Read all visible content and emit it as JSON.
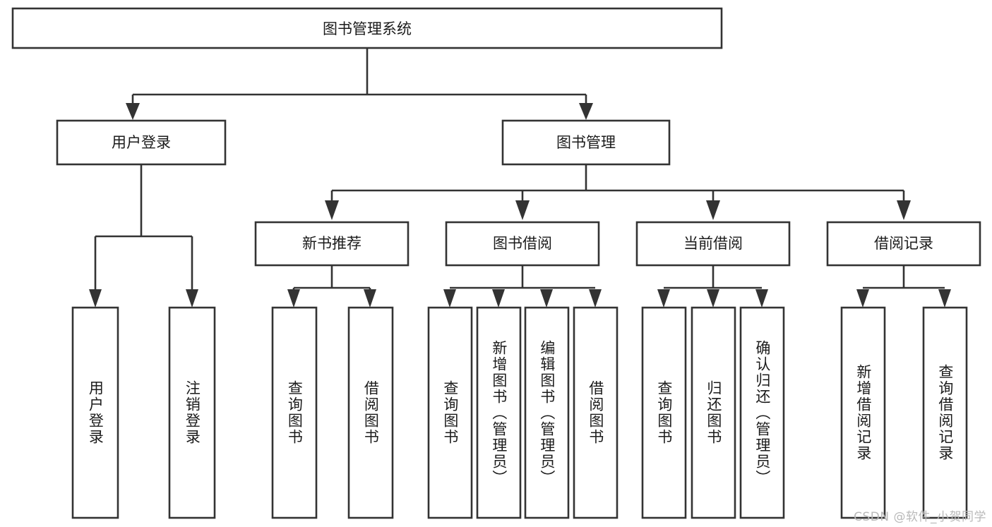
{
  "diagram": {
    "type": "tree",
    "title": "图书管理系统",
    "watermark": "CSDN @软件_小贺同学",
    "colors": {
      "box_stroke": "#333333",
      "box_fill": "#ffffff",
      "text": "#1b1b1b",
      "background": "#ffffff",
      "watermark": "#b9b9b9"
    },
    "root": {
      "label": "图书管理系统"
    },
    "level2": [
      {
        "id": "user-login",
        "label": "用户登录"
      },
      {
        "id": "book-manage",
        "label": "图书管理"
      }
    ],
    "level3": [
      {
        "id": "new-book-recommend",
        "label": "新书推荐",
        "parent": "book-manage"
      },
      {
        "id": "book-borrow",
        "label": "图书借阅",
        "parent": "book-manage"
      },
      {
        "id": "current-borrow",
        "label": "当前借阅",
        "parent": "book-manage"
      },
      {
        "id": "borrow-record",
        "label": "借阅记录",
        "parent": "book-manage"
      }
    ],
    "leaves": [
      {
        "id": "leaf-user-login",
        "label": "用户登录",
        "parent": "user-login"
      },
      {
        "id": "leaf-logout",
        "label": "注销登录",
        "parent": "user-login"
      },
      {
        "id": "leaf-query-book-1",
        "label": "查询图书",
        "parent": "new-book-recommend"
      },
      {
        "id": "leaf-borrow-book-1",
        "label": "借阅图书",
        "parent": "new-book-recommend"
      },
      {
        "id": "leaf-query-book-2",
        "label": "查询图书",
        "parent": "book-borrow"
      },
      {
        "id": "leaf-add-book",
        "label": "新增图书（管理员）",
        "parent": "book-borrow"
      },
      {
        "id": "leaf-edit-book",
        "label": "编辑图书（管理员）",
        "parent": "book-borrow"
      },
      {
        "id": "leaf-borrow-book-2",
        "label": "借阅图书",
        "parent": "book-borrow"
      },
      {
        "id": "leaf-query-book-3",
        "label": "查询图书",
        "parent": "current-borrow"
      },
      {
        "id": "leaf-return-book",
        "label": "归还图书",
        "parent": "current-borrow"
      },
      {
        "id": "leaf-confirm-return",
        "label": "确认归还（管理员）",
        "parent": "current-borrow"
      },
      {
        "id": "leaf-add-record",
        "label": "新增借阅记录",
        "parent": "borrow-record"
      },
      {
        "id": "leaf-query-record",
        "label": "查询借阅记录",
        "parent": "borrow-record"
      }
    ]
  }
}
